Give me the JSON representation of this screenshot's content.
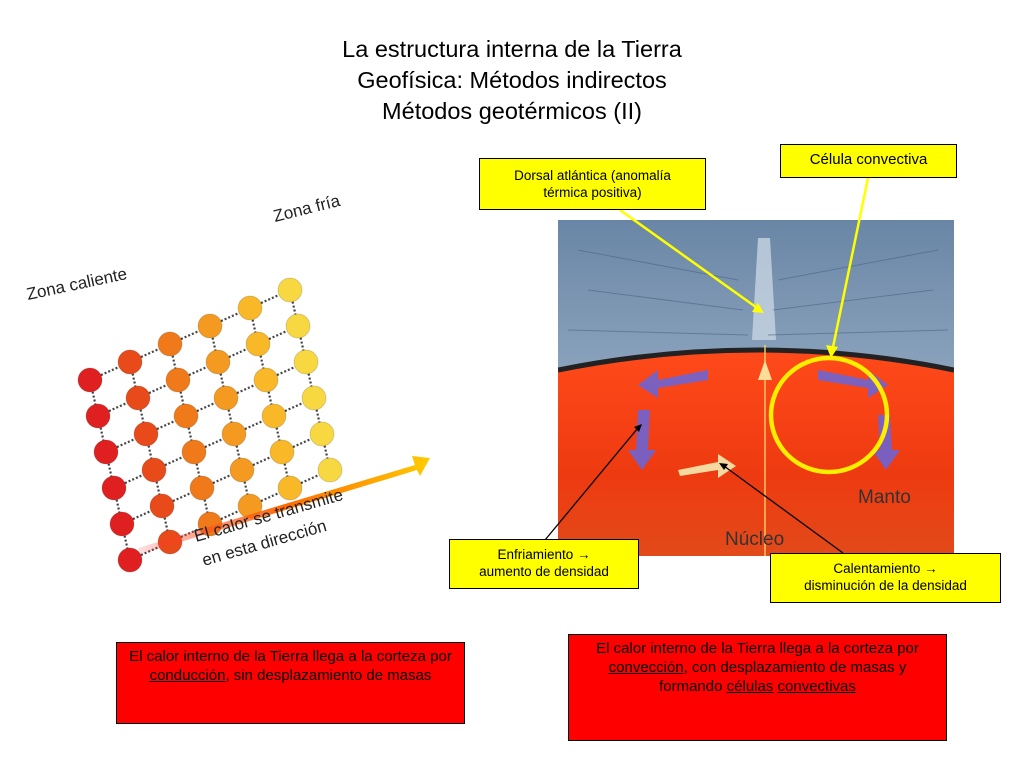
{
  "title": {
    "line1": "La estructura interna de la Tierra",
    "line2": "Geofísica: Métodos indirectos",
    "line3": "Métodos geotérmicos (II)"
  },
  "lattice": {
    "zona_caliente": "Zona caliente",
    "zona_fria": "Zona fría",
    "direction_line1": "El calor se transmite",
    "direction_line2": "en esta dirección"
  },
  "convection": {
    "manto": "Manto",
    "nucleo": "Núcleo"
  },
  "callouts": {
    "dorsal_line1": "Dorsal atlántica (anomalía",
    "dorsal_line2": "térmica positiva)",
    "celula": "Célula convectiva",
    "enfriamiento_line1": "Enfriamiento →",
    "enfriamiento_line2": "aumento de densidad",
    "calentamiento_line1": "Calentamiento →",
    "calentamiento_line2": "disminución de la densidad"
  },
  "conduction_box": {
    "text_a": "El calor interno de la Tierra llega a la corteza por ",
    "keyword": "conducción",
    "text_b": ", sin desplazamiento de masas"
  },
  "convection_box": {
    "text_a": "El calor interno de la Tierra llega a la corteza por ",
    "keyword": "convección",
    "text_b": ", con desplazamiento de masas y formando ",
    "keyword2": "células",
    "space": " ",
    "keyword3": "convectivas"
  },
  "colors": {
    "callout_fill": "#ffff00",
    "text_box_fill": "#ff0000",
    "highlight_circle": "#ffee00"
  }
}
